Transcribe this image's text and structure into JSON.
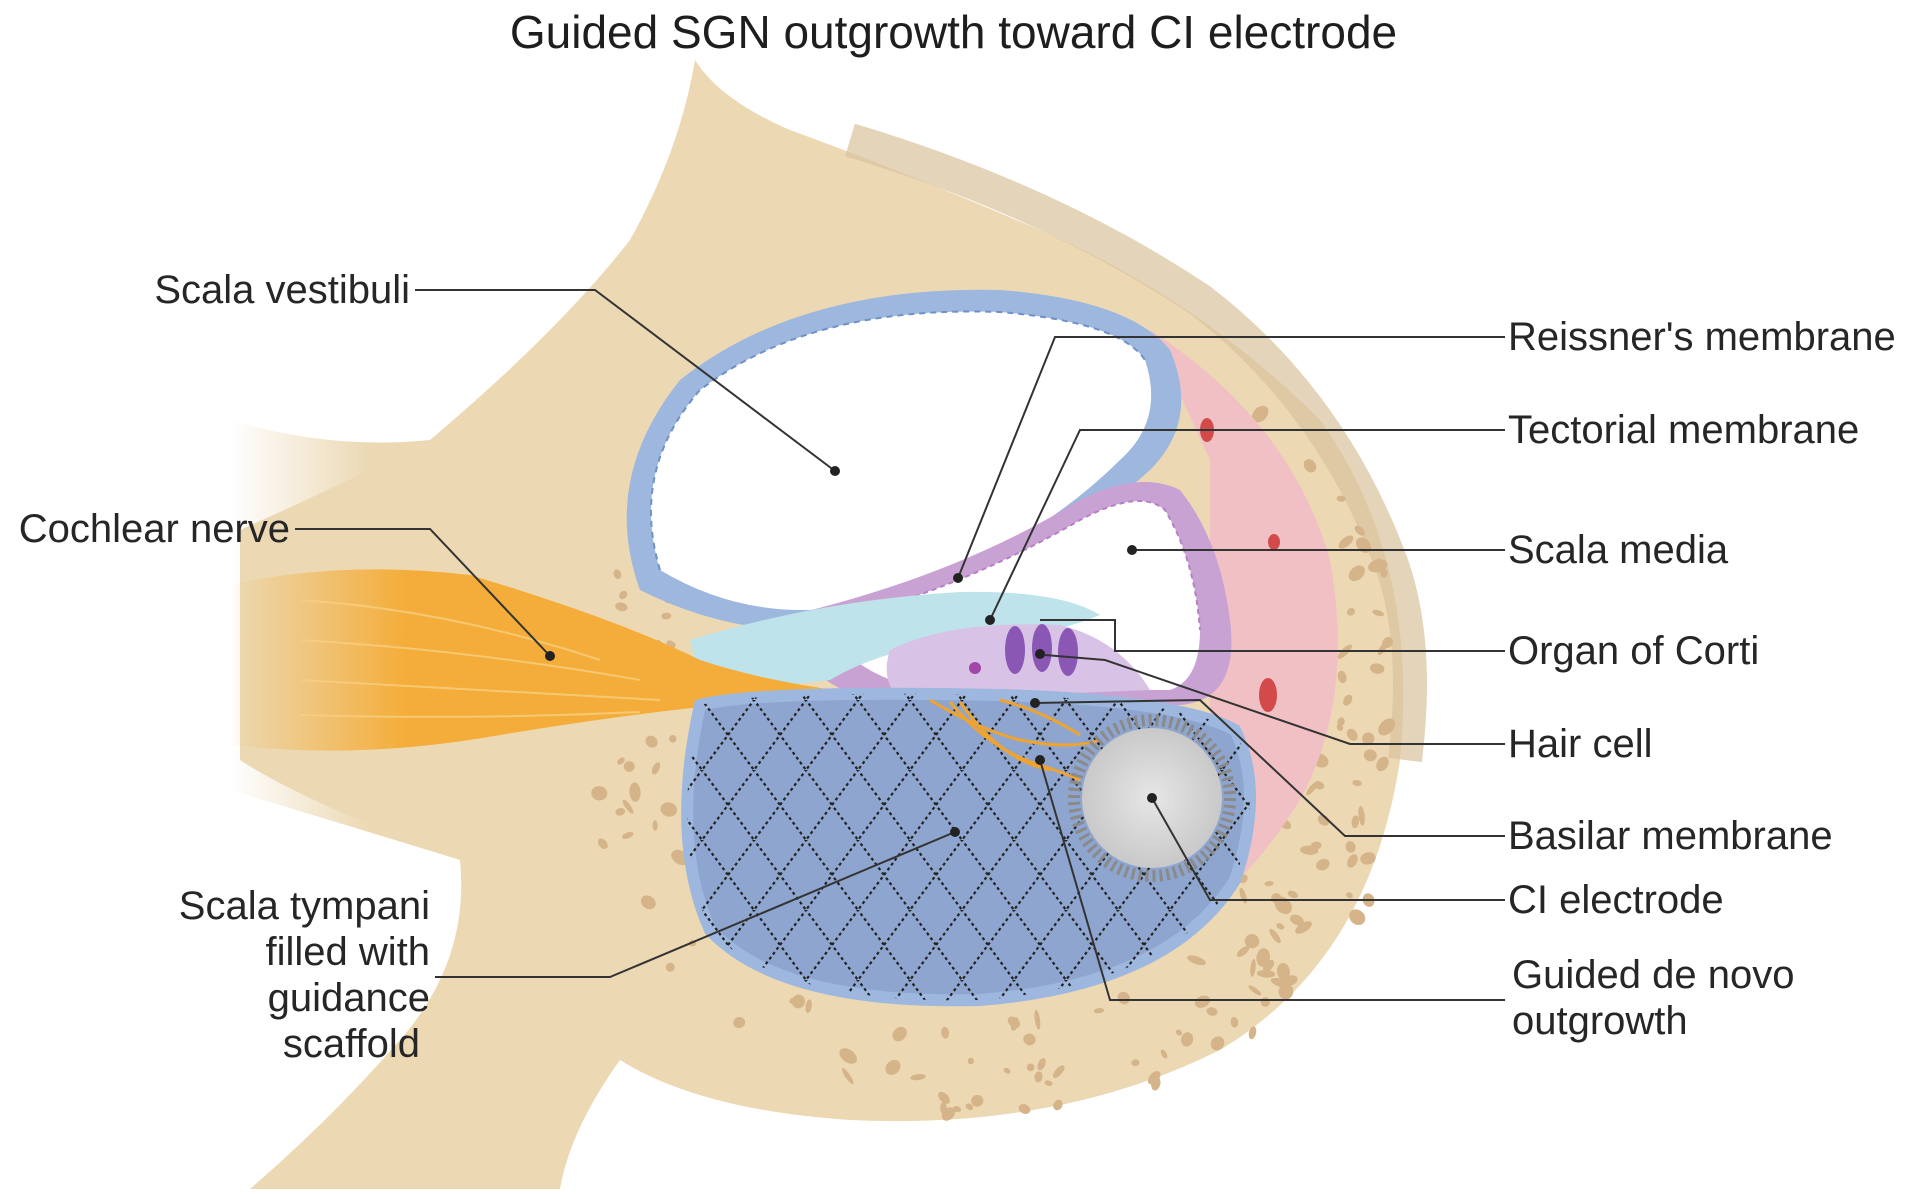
{
  "title": "Guided SGN outgrowth toward CI electrode",
  "labels": {
    "scala_vestibuli": "Scala vestibuli",
    "cochlear_nerve": "Cochlear nerve",
    "scala_tympani_1": "Scala tympani",
    "scala_tympani_2": "filled with",
    "scala_tympani_3": "guidance",
    "scala_tympani_4": "scaffold",
    "reissners_membrane": "Reissner's membrane",
    "tectorial_membrane": "Tectorial membrane",
    "scala_media": "Scala media",
    "organ_of_corti": "Organ of Corti",
    "hair_cell": "Hair cell",
    "basilar_membrane": "Basilar membrane",
    "ci_electrode": "CI electrode",
    "guided_outgrowth_1": "Guided de novo",
    "guided_outgrowth_2": "outgrowth"
  },
  "colors": {
    "bone": "#ecd9b4",
    "bone_pore": "#d6b48a",
    "bone_edge": "#d9c29c",
    "stria": "#f1c0c4",
    "scala_wall": "#9db7de",
    "scala_media_tissue": "#c9a2d4",
    "nerve": "#f4ad3a",
    "tectorial": "#bfe3ea",
    "scaffold": "#8ea6cf",
    "electrode": "#d8d8d8",
    "leader_line": "#333333"
  }
}
